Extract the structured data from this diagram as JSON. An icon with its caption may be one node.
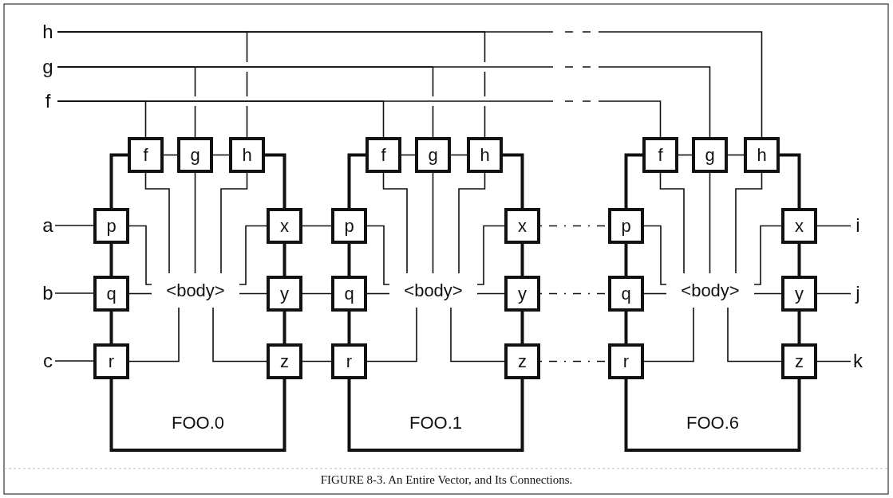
{
  "diagram": {
    "caption": "FIGURE 8-3. An Entire Vector, and Its Connections.",
    "nodes": [
      {
        "text": [
          "h"
        ]
      },
      {
        "text": [
          "g"
        ]
      },
      {
        "text": [
          "f"
        ]
      },
      {
        "text": [
          "a"
        ]
      },
      {
        "text": [
          "b"
        ]
      },
      {
        "text": [
          "c"
        ]
      },
      {
        "text": [
          "f"
        ]
      },
      {
        "text": [
          "g"
        ]
      },
      {
        "text": [
          "h"
        ]
      },
      {
        "text": [
          "p"
        ]
      },
      {
        "text": [
          "x"
        ]
      },
      {
        "text": [
          "q"
        ]
      },
      {
        "text": [
          "<body>"
        ]
      },
      {
        "text": [
          "y"
        ]
      },
      {
        "text": [
          "r"
        ]
      },
      {
        "text": [
          "z"
        ]
      },
      {
        "text": [
          "f"
        ]
      },
      {
        "text": [
          "g"
        ]
      },
      {
        "text": [
          "h"
        ]
      },
      {
        "text": [
          "p"
        ]
      },
      {
        "text": [
          "x"
        ]
      },
      {
        "text": [
          "q"
        ]
      },
      {
        "text": [
          "<body>"
        ]
      },
      {
        "text": [
          "y"
        ]
      },
      {
        "text": [
          "r"
        ]
      },
      {
        "text": [
          "z"
        ]
      },
      {
        "text": [
          "f"
        ]
      },
      {
        "text": [
          "g"
        ]
      },
      {
        "text": [
          "h"
        ]
      },
      {
        "text": [
          "p"
        ]
      },
      {
        "text": [
          "x"
        ]
      },
      {
        "text": [
          "q"
        ]
      },
      {
        "text": [
          "<body>"
        ]
      },
      {
        "text": [
          "y"
        ]
      },
      {
        "text": [
          "r"
        ]
      },
      {
        "text": [
          "z"
        ]
      },
      {
        "text": [
          "i"
        ]
      },
      {
        "text": [
          "j"
        ]
      },
      {
        "text": [
          "k"
        ]
      }
    ],
    "edges": [
      {
        "from": 0,
        "to": 8,
        "arrow": "none",
        "style": "dashed"
      },
      {
        "from": 0,
        "to": 18,
        "arrow": "none",
        "style": "dashed"
      },
      {
        "from": 0,
        "to": 28,
        "arrow": "none",
        "style": "dashed"
      },
      {
        "from": 1,
        "to": 7,
        "arrow": "none",
        "style": "dashed"
      },
      {
        "from": 1,
        "to": 17,
        "arrow": "none",
        "style": "dashed"
      },
      {
        "from": 1,
        "to": 27,
        "arrow": "none",
        "style": "dashed"
      },
      {
        "from": 2,
        "to": 6,
        "arrow": "none"
      },
      {
        "from": 2,
        "to": 16,
        "arrow": "none"
      },
      {
        "from": 2,
        "to": 26,
        "arrow": "none",
        "style": "dashed"
      },
      {
        "from": 3,
        "to": 9,
        "arrow": "none"
      },
      {
        "from": 4,
        "to": 11,
        "arrow": "none"
      },
      {
        "from": 5,
        "to": 14,
        "arrow": "none"
      },
      {
        "from": 10,
        "to": 19,
        "arrow": "none"
      },
      {
        "from": 13,
        "to": 21,
        "arrow": "none"
      },
      {
        "from": 15,
        "to": 24,
        "arrow": "none"
      },
      {
        "from": 20,
        "to": 29,
        "arrow": "none",
        "style": "dashed"
      },
      {
        "from": 23,
        "to": 31,
        "arrow": "none",
        "style": "dashed"
      },
      {
        "from": 25,
        "to": 34,
        "arrow": "none",
        "style": "dashed"
      },
      {
        "from": 30,
        "to": 36,
        "arrow": "none"
      },
      {
        "from": 33,
        "to": 37,
        "arrow": "none"
      },
      {
        "from": 35,
        "to": 38,
        "arrow": "none"
      },
      {
        "from": 6,
        "to": 7,
        "arrow": "none"
      },
      {
        "from": 7,
        "to": 8,
        "arrow": "none"
      },
      {
        "from": 6,
        "to": 9,
        "arrow": "none",
        "style": "thick"
      },
      {
        "from": 9,
        "to": 11,
        "arrow": "none",
        "style": "thick"
      },
      {
        "from": 11,
        "to": 14,
        "arrow": "none",
        "style": "thick"
      },
      {
        "from": 14,
        "to": 15,
        "arrow": "none",
        "style": "thick"
      },
      {
        "from": 15,
        "to": 13,
        "arrow": "none",
        "style": "thick"
      },
      {
        "from": 13,
        "to": 10,
        "arrow": "none",
        "style": "thick"
      },
      {
        "from": 10,
        "to": 8,
        "arrow": "none",
        "style": "thick"
      },
      {
        "from": 6,
        "to": 12,
        "arrow": "none"
      },
      {
        "from": 7,
        "to": 12,
        "arrow": "none"
      },
      {
        "from": 8,
        "to": 12,
        "arrow": "none"
      },
      {
        "from": 9,
        "to": 12,
        "arrow": "none"
      },
      {
        "from": 11,
        "to": 12,
        "arrow": "none"
      },
      {
        "from": 14,
        "to": 12,
        "arrow": "none"
      },
      {
        "from": 10,
        "to": 12,
        "arrow": "none"
      },
      {
        "from": 13,
        "to": 12,
        "arrow": "none"
      },
      {
        "from": 15,
        "to": 12,
        "arrow": "none"
      },
      {
        "from": 16,
        "to": 17,
        "arrow": "none"
      },
      {
        "from": 17,
        "to": 18,
        "arrow": "none"
      },
      {
        "from": 16,
        "to": 19,
        "arrow": "none",
        "style": "thick"
      },
      {
        "from": 19,
        "to": 21,
        "arrow": "none",
        "style": "thick"
      },
      {
        "from": 21,
        "to": 24,
        "arrow": "none",
        "style": "thick"
      },
      {
        "from": 24,
        "to": 25,
        "arrow": "none",
        "style": "thick"
      },
      {
        "from": 25,
        "to": 23,
        "arrow": "none",
        "style": "thick"
      },
      {
        "from": 23,
        "to": 20,
        "arrow": "none",
        "style": "thick"
      },
      {
        "from": 20,
        "to": 18,
        "arrow": "none",
        "style": "thick"
      },
      {
        "from": 16,
        "to": 22,
        "arrow": "none"
      },
      {
        "from": 17,
        "to": 22,
        "arrow": "none"
      },
      {
        "from": 18,
        "to": 22,
        "arrow": "none"
      },
      {
        "from": 19,
        "to": 22,
        "arrow": "none"
      },
      {
        "from": 21,
        "to": 22,
        "arrow": "none"
      },
      {
        "from": 24,
        "to": 22,
        "arrow": "none"
      },
      {
        "from": 20,
        "to": 22,
        "arrow": "none"
      },
      {
        "from": 23,
        "to": 22,
        "arrow": "none"
      },
      {
        "from": 25,
        "to": 22,
        "arrow": "none"
      },
      {
        "from": 26,
        "to": 27,
        "arrow": "none"
      },
      {
        "from": 27,
        "to": 28,
        "arrow": "none"
      },
      {
        "from": 26,
        "to": 29,
        "arrow": "none",
        "style": "thick"
      },
      {
        "from": 29,
        "to": 31,
        "arrow": "none",
        "style": "thick"
      },
      {
        "from": 31,
        "to": 34,
        "arrow": "none",
        "style": "thick"
      },
      {
        "from": 34,
        "to": 35,
        "arrow": "none",
        "style": "thick"
      },
      {
        "from": 35,
        "to": 33,
        "arrow": "none",
        "style": "thick"
      },
      {
        "from": 33,
        "to": 30,
        "arrow": "none",
        "style": "thick"
      },
      {
        "from": 30,
        "to": 28,
        "arrow": "none",
        "style": "thick"
      },
      {
        "from": 26,
        "to": 32,
        "arrow": "none"
      },
      {
        "from": 27,
        "to": 32,
        "arrow": "none"
      },
      {
        "from": 28,
        "to": 32,
        "arrow": "none"
      },
      {
        "from": 29,
        "to": 32,
        "arrow": "none"
      },
      {
        "from": 31,
        "to": 32,
        "arrow": "none"
      },
      {
        "from": 34,
        "to": 32,
        "arrow": "none"
      },
      {
        "from": 30,
        "to": 32,
        "arrow": "none"
      },
      {
        "from": 33,
        "to": 32,
        "arrow": "none"
      },
      {
        "from": 35,
        "to": 32,
        "arrow": "none"
      }
    ],
    "labels": [
      "FOO.0",
      "FOO.1",
      "FOO.6"
    ]
  }
}
